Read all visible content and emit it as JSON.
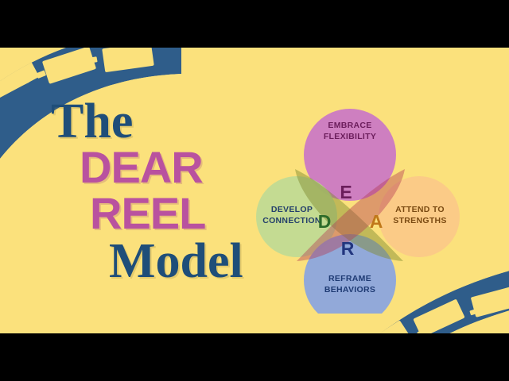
{
  "slide": {
    "background_color": "#FBE17C",
    "letterbox_color": "#000000"
  },
  "title": {
    "line1": "The",
    "line2": "DEAR",
    "line3": "REEL",
    "line4": "Model",
    "serif_color": "#1F4E79",
    "accent_color": "#B9529F"
  },
  "decor": {
    "filmstrip_color": "#2F5D8A",
    "filmstrip_top_left": "filmstrip-icon",
    "filmstrip_bottom_right": "filmstrip-icon"
  },
  "venn": {
    "lobes": [
      {
        "id": "embrace-flexibility",
        "label_line1": "EMBRACE",
        "label_line2": "FLEXIBILITY",
        "letter": "E",
        "fill": "#CE7FC0",
        "text_color": "#6B1D5B",
        "letter_color": "#6B1D5B",
        "position": "top"
      },
      {
        "id": "develop-connection",
        "label_line1": "DEVELOP",
        "label_line2": "CONNECTION",
        "letter": "D",
        "fill": "#BFDA93",
        "text_color": "#24406B",
        "letter_color": "#2D6B2A",
        "position": "left"
      },
      {
        "id": "attend-to-strengths",
        "label_line1": "ATTEND TO",
        "label_line2": "STRENGTHS",
        "letter": "A",
        "fill": "#FBC988",
        "text_color": "#7A4A12",
        "letter_color": "#C0781A",
        "position": "right"
      },
      {
        "id": "reframe-behaviors",
        "label_line1": "REFRAME",
        "label_line2": "BEHAVIORS",
        "letter": "R",
        "fill": "#8AA5E0",
        "text_color": "#1E3A73",
        "letter_color": "#22357E",
        "position": "bottom"
      }
    ],
    "petals": [
      {
        "id": "petal-nw-se",
        "fill": "#A9A254"
      },
      {
        "id": "petal-ne-sw",
        "fill": "#B85E73"
      }
    ]
  }
}
